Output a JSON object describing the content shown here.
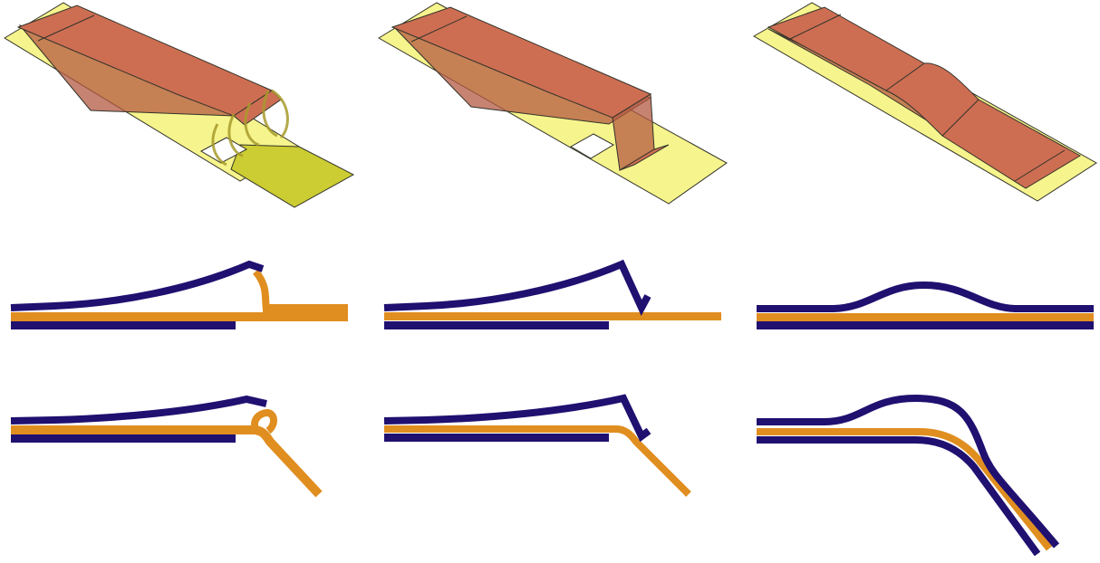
{
  "figure": {
    "panels": [
      {
        "row": "3d-view",
        "column": 1,
        "design": "hinged-flap-with-loops"
      },
      {
        "row": "3d-view",
        "column": 2,
        "design": "folded-flap"
      },
      {
        "row": "3d-view",
        "column": 3,
        "design": "bumped-flap"
      },
      {
        "row": "cross-section-flat",
        "column": 1,
        "design": "hinged-flap-with-loops"
      },
      {
        "row": "cross-section-flat",
        "column": 2,
        "design": "folded-flap"
      },
      {
        "row": "cross-section-flat",
        "column": 3,
        "design": "bumped-flap"
      },
      {
        "row": "cross-section-bent",
        "column": 1,
        "design": "hinged-flap-with-loops"
      },
      {
        "row": "cross-section-bent",
        "column": 2,
        "design": "folded-flap"
      },
      {
        "row": "cross-section-bent",
        "column": 3,
        "design": "bumped-flap"
      }
    ]
  },
  "colors": {
    "substrate_yellow": "#f6f48c",
    "substrate_dark_yellow": "#cccc33",
    "flap_copper": "#cd6e53",
    "flap_copper_light": "#d98a6e",
    "flap_copper_dark": "#b45a42",
    "outline": "#33332a",
    "layer_navy": "#201070",
    "layer_orange": "#e08e20"
  }
}
